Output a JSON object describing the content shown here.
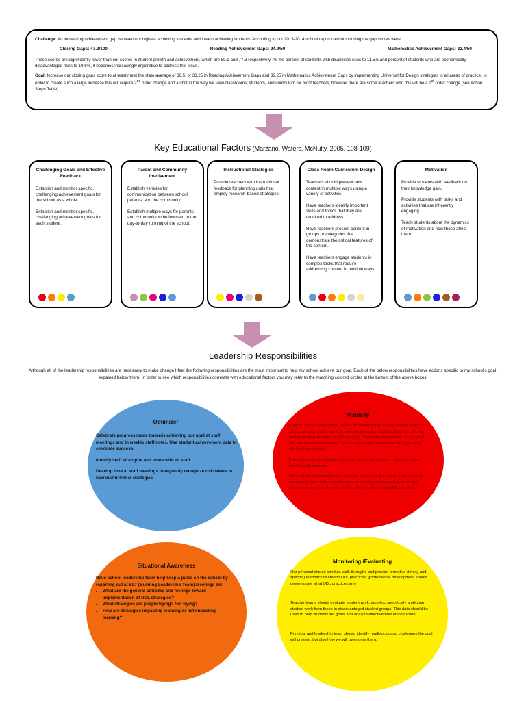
{
  "challenge": {
    "challenge_label": "Challenge:",
    "challenge_text": " An increasing achievement gap between our highest achieving students and lowest achieving students. According to our 2013-2014 school report card our closing the gap scores were:",
    "closing_gaps": "Closing Gaps: 47.3/100",
    "reading_gaps": "Reading Achievement Gaps: 24.9/50",
    "math_gaps": "Mathematics Achievement Gaps: 22.4/50",
    "scores_text": "These scores are significantly lower than our scores in student growth and achievement, which are 59.1 and 77.3 respectively. As the percent of students with disabilities rises to 11.5% and percent of students who are economically disadvantaged rises to 19.8%, it becomes increasingly imperative to address this issue.",
    "goal_label": "Goal:",
    "goal_text_1": " Increase our closing gaps score to at least meet the state average of 66.5, or 33.25 in Reading Achievement Gaps and 33.25 in Mathematics Achievement Gaps by implementing Universal for Design strategies in all areas of practice. In order to create such a large increase this will require 2",
    "goal_sup_1": "nd",
    "goal_text_2": " order change and a shift in the way we view classrooms, students, and curriculum for most teachers, however there are some teachers who this will be a 1",
    "goal_sup_2": "st",
    "goal_text_3": " order change (see Action Steps Table)."
  },
  "factors_heading": "Key Educational Factors",
  "factors_cite": " (Marzano, Waters, McNulty, 2005, 108-109)",
  "factors": [
    {
      "title": "Challenging Goals and Effective Feedback",
      "paragraphs": [
        "Establish and monitor specific, challenging achievement goals for the school as a whole.",
        "Establish and monitor specific, challenging achievement goals for each student."
      ],
      "dots": [
        "#e8000e",
        "#ff7a00",
        "#ffec00",
        "#5b9bd5"
      ]
    },
    {
      "title": "Parent and Community Involvement",
      "paragraphs": [
        "Establish vehicles for communication between school, parents, and the community.",
        "Establish multiple ways for parents and community to be involved in the day-to-day running of the school."
      ],
      "dots": [
        "#c890b0",
        "#8ec63f",
        "#e6007e",
        "#1e1ee0",
        "#5b9bd5"
      ]
    },
    {
      "title": "Instructional Strategies",
      "paragraphs": [
        "Provide teachers with instructional feedback for planning units that employ research-based strategies."
      ],
      "dots": [
        "#ffec00",
        "#e6007e",
        "#1e1ee0",
        "#d4d4d4",
        "#a65a1e"
      ]
    },
    {
      "title": "Class Room Curriculum Design",
      "paragraphs": [
        "Teachers should present new content in multiple ways using a variety of activities.",
        "Have teachers identify important skills and topics that they are required to address.",
        "Have teachers present content in groups or categories that demonstrate the critical features of the content.",
        "Have teachers engage students in complex tasks that require addressing content in multiple ways."
      ],
      "dots": [
        "#5b9bd5",
        "#e8000e",
        "#ff7a00",
        "#ffec00",
        "#d4d4d4",
        "#ffe8a0"
      ]
    },
    {
      "title": "Motivation",
      "paragraphs": [
        "Provide students with feedback on their knowledge gain.",
        "Provide students with tasks and activities that are inherently engaging.",
        "Teach students about the dynamics of motivation and how those affect them."
      ],
      "dots": [
        "#5b9bd5",
        "#ff7a00",
        "#8ec63f",
        "#1e1ee0",
        "#a65a1e",
        "#a0205a"
      ]
    }
  ],
  "leadership_heading": "Leadership Responsibilities",
  "leadership_intro": "Although all of the leadership responsibilities are necessary to make change I feel the following responsibilities are the most important to help my school achieve our goal. Each of the below responsibilities have actions specific to my school's goal, expained below them. In order to see which responsibilities correlate with educational factors you may refer to the matching colored circles at the bottom of the above boxes.",
  "optimizer": {
    "title": "Optimizer",
    "paragraphs": [
      "Celebrate progress made towards achieving our goal at staff meetings and in weekly staff notes. Use student achievement data to celebrate success.",
      "Identify staff strengths and share with all staff.",
      "Develop time at staff meetings to regularly recognize risk-takers in new instructional strategies."
    ]
  },
  "visibility": {
    "title": "Visibility",
    "paragraphs": [
      "Build on professional capital (based on strengths) by having viewing times for staff to go watch each use their strengths in action (staff proficient in UDL, as well as, finding strengths in all teachers). Post collection section - where staff can ask questions and reflect on how they might incorporate strategies they view in their practice.",
      "Principals and school leadership team should be visible in classrooms and working with students.",
      "Have school leadership team help keep a pulse on the school, how teachers are feeling about their progress towards closing achievement gaps in their classrooms and how they are feeling about implementing UDL practices."
    ]
  },
  "situational": {
    "title": "Situational Awareness",
    "intro": "Have school leadership team help keep a pulse on the school by reporting out at BLT (Building Leadership Team) Meetings on:",
    "bullets": [
      "What are the general attitudes and feelings toward implementation of UDL strategies?",
      "What strategies are people trying? Not trying?",
      "How are strategies impacting learning or not impacting learning?"
    ]
  },
  "monitoring": {
    "title": "Monitoring /Evaluating",
    "paragraphs": [
      "Our principal should conduct walk-throughs and provide formative (timely and specific) feedback related to UDL practices. (professional development should demonstrate what UDL practices are)",
      "Teacher teams should evaluate student work samples, specifically analyzing student work from those in disadvantaged student groups. This data should be used to help students set goals and analyze effectiveness of instruction.",
      "Principal and leadership team should identify roadblocks and challenges the goal will present, but also how we will overcome them."
    ]
  },
  "colors": {
    "arrow": "#c890b0",
    "optimizer_fill": "#5b9bd5",
    "visibility_fill": "#ee0000",
    "situational_fill": "#f26a0f",
    "monitoring_fill": "#ffee00"
  }
}
